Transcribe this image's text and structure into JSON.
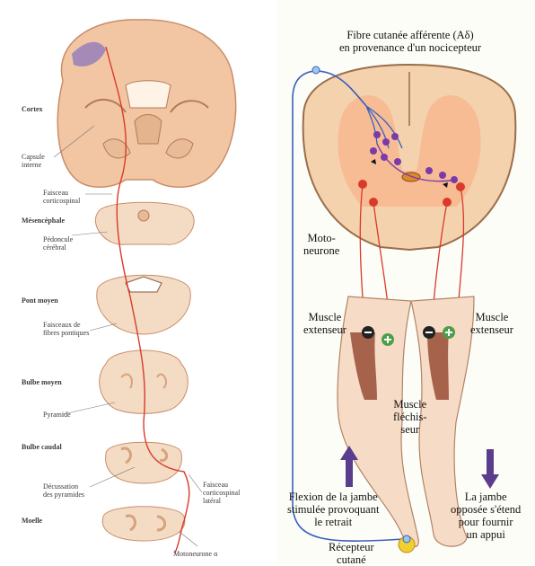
{
  "left": {
    "labels": {
      "cortex": "Cortex",
      "capsule": "Capsule\ninterne",
      "faisceau_cs": "Faisceau\ncorticospinal",
      "mesencephale": "Mésencéphale",
      "pedoncule": "Pédoncule\ncérébral",
      "pont": "Pont moyen",
      "fibres": "Faisceaux de\nfibres pontiques",
      "bulbe_moyen": "Bulbe moyen",
      "pyramide": "Pyramide",
      "bulbe_caudal": "Bulbe caudal",
      "decussation": "Décussation\ndes pyramides",
      "faisceau_lat": "Faisceau\ncorticospinal\nlatéral",
      "moelle": "Moelle",
      "motoneurone": "Motoneurone α"
    }
  },
  "right": {
    "labels": {
      "fibre_title": "Fibre cutanée afférente (Aδ)\nen provenance d'un nocicepteur",
      "motoneurone": "Moto-\nneurone",
      "muscle_ext_left": "Muscle\nextenseur",
      "muscle_ext_right": "Muscle\nextenseur",
      "muscle_flech": "Muscle\nfléchis-\nseur",
      "flexion": "Flexion de la jambe\nstimulée provoquant\nle retrait",
      "jambe_opposee": "La jambe\nopposée s'étend\npour fournir\nun appui",
      "recepteur": "Récepteur\ncutané"
    },
    "colors": {
      "afferent": "#3a5fbf",
      "motor": "#d93a2b",
      "interneuron": "#7b3aa8",
      "arrow": "#5a3d8c",
      "cord": "#f3d2ad"
    }
  }
}
